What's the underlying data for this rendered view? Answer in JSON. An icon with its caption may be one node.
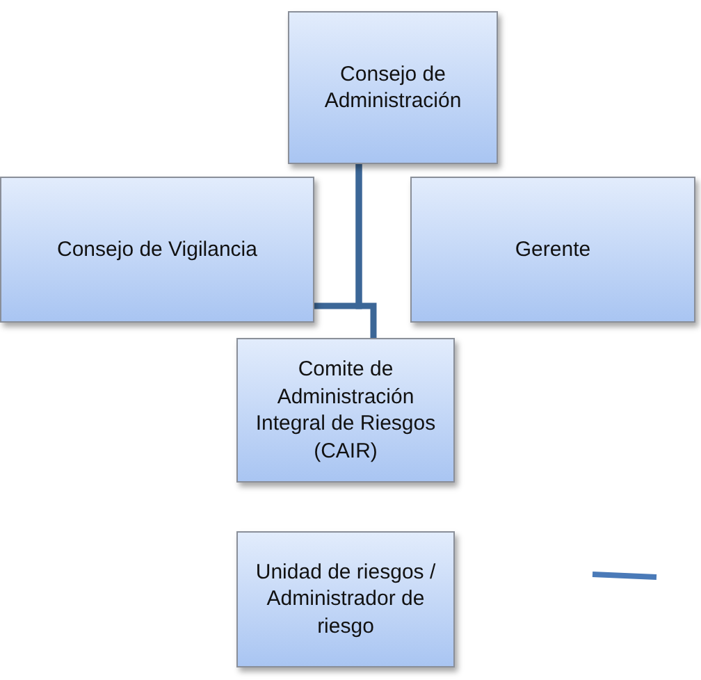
{
  "diagram": {
    "nodes": [
      {
        "text": [
          "Consejo de Administración"
        ]
      },
      {
        "text": [
          "Consejo de Vigilancia"
        ]
      },
      {
        "text": [
          "Gerente"
        ]
      },
      {
        "text": [
          "Comite de Administración Integral de Riesgos (CAIR)"
        ]
      },
      {
        "text": [
          "Unidad de riesgos / Administrador de riesgo"
        ]
      }
    ],
    "edges": [
      {
        "from": 0,
        "to": 1,
        "arrow": "none"
      },
      {
        "from": 0,
        "to": 3,
        "arrow": "none"
      }
    ]
  }
}
